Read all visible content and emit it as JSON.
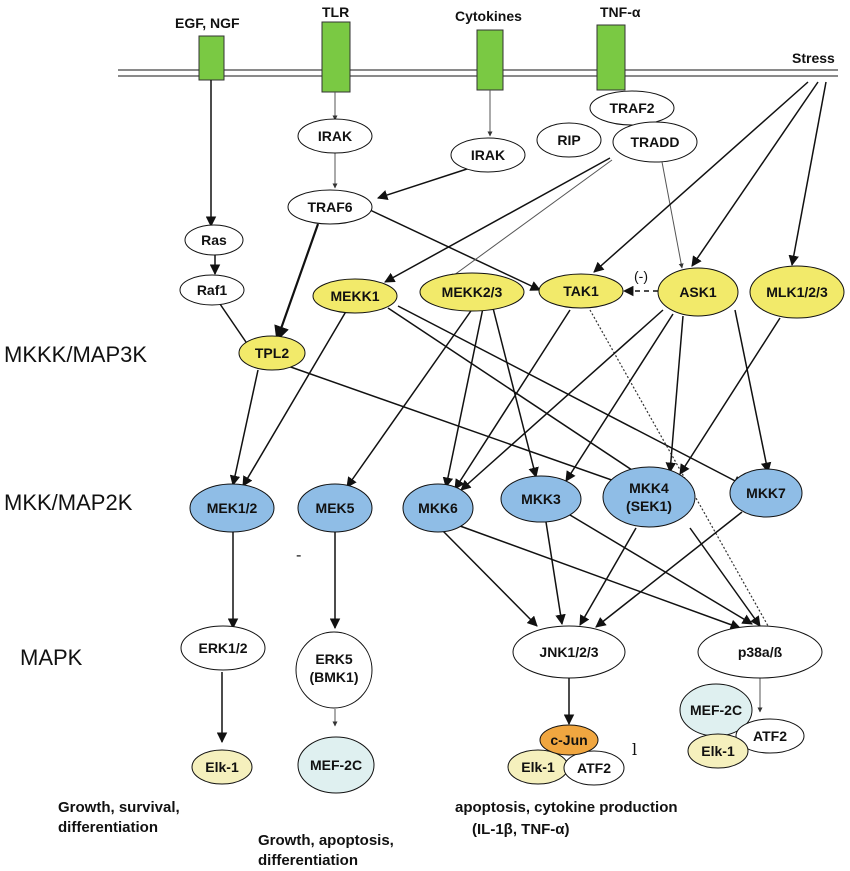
{
  "colors": {
    "receptor": "#7ac943",
    "map3k": "#f2ea6a",
    "map2k": "#8fbde6",
    "mapk": "#ffffff",
    "substrate_yellow": "#f5f0bd",
    "substrate_cyan": "#dff0f0",
    "cjun": "#f0a640"
  },
  "stimuli": {
    "egf_ngf": "EGF, NGF",
    "tlr": "TLR",
    "cytokines": "Cytokines",
    "tnf": "TNF-α",
    "stress": "Stress"
  },
  "levels": {
    "map3k": "MKKK/MAP3K",
    "map2k": "MKK/MAP2K",
    "mapk": "MAPK"
  },
  "nodes": {
    "traf2": "TRAF2",
    "rip": "RIP",
    "tradd": "TRADD",
    "irak1": "IRAK",
    "irak2": "IRAK",
    "traf6": "TRAF6",
    "ras": "Ras",
    "raf1": "Raf1",
    "tpl2": "TPL2",
    "mekk1": "MEKK1",
    "mekk23": "MEKK2/3",
    "tak1": "TAK1",
    "ask1": "ASK1",
    "mlk123": "MLK1/2/3",
    "mek12": "MEK1/2",
    "mek5": "MEK5",
    "mkk6": "MKK6",
    "mkk3": "MKK3",
    "mkk4_line1": "MKK4",
    "mkk4_line2": "(SEK1)",
    "mkk7": "MKK7",
    "erk12": "ERK1/2",
    "erk5_line1": "ERK5",
    "erk5_line2": "(BMK1)",
    "jnk123": "JNK1/2/3",
    "p38": "p38a/ß",
    "elk1_a": "Elk-1",
    "mef2c_a": "MEF-2C",
    "cjun": "c-Jun",
    "elk1_b": "Elk-1",
    "atf2_a": "ATF2",
    "mef2c_b": "MEF-2C",
    "elk1_c": "Elk-1",
    "atf2_b": "ATF2"
  },
  "annotations": {
    "inhibit": "(-)",
    "dash_mark": "-",
    "l_mark": "l"
  },
  "outcomes": {
    "erk_line1": "Growth, survival,",
    "erk_line2": "differentiation",
    "erk5_line1": "Growth, apoptosis,",
    "erk5_line2": "differentiation",
    "jnk_line1": "apoptosis,  cytokine production",
    "jnk_line2": "(IL-1β, TNF-α)"
  }
}
